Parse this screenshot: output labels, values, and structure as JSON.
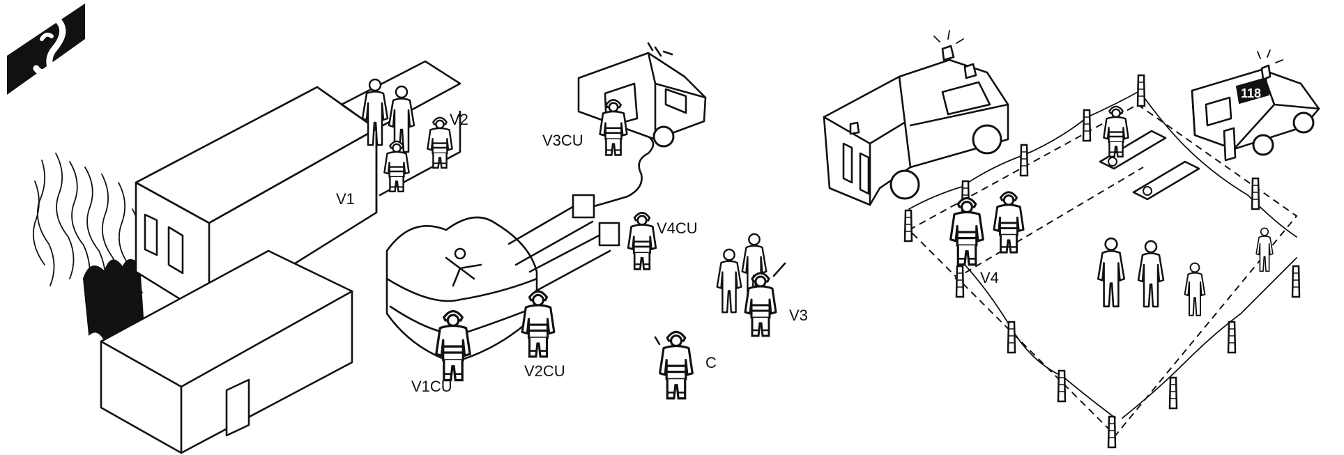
{
  "labels": {
    "v1": "V1",
    "v2": "V2",
    "v3": "V3",
    "v4": "V4",
    "v1cu": "V1CU",
    "v2cu": "V2CU",
    "v3cu": "V3CU",
    "v4cu": "V4CU",
    "c": "C",
    "ambulance_sign": "118"
  },
  "icons": {
    "hearing": "hearing-ear-icon"
  },
  "colors": {
    "ink": "#111111",
    "paper": "#ffffff"
  }
}
